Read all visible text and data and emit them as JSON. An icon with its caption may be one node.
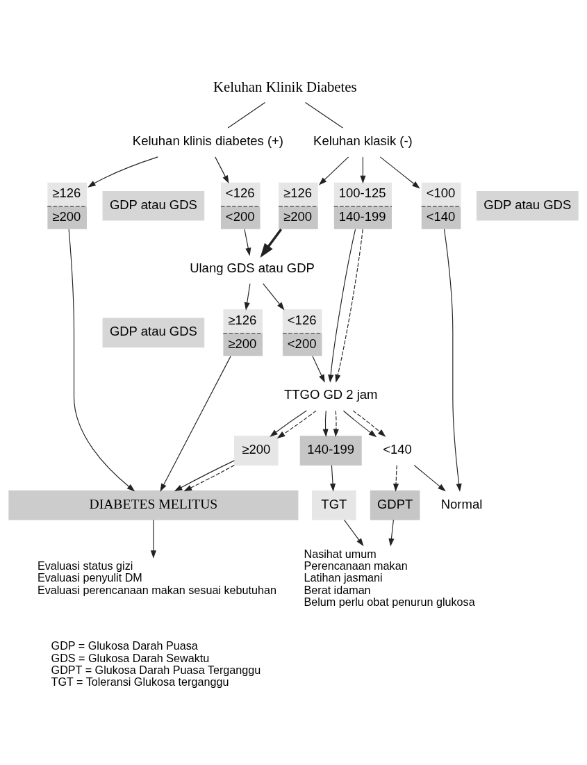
{
  "diagram": {
    "nodes": [
      {
        "text": [
          "Keluhan Klinik Diabetes"
        ]
      },
      {
        "text": [
          "Keluhan klinis diabetes (+)"
        ]
      },
      {
        "text": [
          "Keluhan klasik (-)"
        ]
      },
      {
        "text": [
          "GDP atau GDS"
        ]
      },
      {
        "text": [
          "≥126",
          "≥200"
        ]
      },
      {
        "text": [
          "<126",
          "<200"
        ]
      },
      {
        "text": [
          "GDP atau GDS"
        ]
      },
      {
        "text": [
          "≥126",
          "≥200"
        ]
      },
      {
        "text": [
          "100-125",
          "140-199"
        ]
      },
      {
        "text": [
          "<100",
          "<140"
        ]
      },
      {
        "text": [
          "Ulang GDS atau GDP"
        ]
      },
      {
        "text": [
          "GDP atau GDS"
        ]
      },
      {
        "text": [
          "≥126",
          "≥200"
        ]
      },
      {
        "text": [
          "<126",
          "<200"
        ]
      },
      {
        "text": [
          "TTGO GD 2 jam"
        ]
      },
      {
        "text": [
          "≥200"
        ]
      },
      {
        "text": [
          "140-199"
        ]
      },
      {
        "text": [
          "<140"
        ]
      },
      {
        "text": [
          "DIABETES MELITUS"
        ]
      },
      {
        "text": [
          "TGT"
        ]
      },
      {
        "text": [
          "GDPT"
        ]
      },
      {
        "text": [
          "Normal"
        ]
      },
      {
        "text": [
          "Evaluasi status gizi",
          "Evaluasi penyulit DM",
          "Evaluasi perencanaan makan sesuai kebutuhan"
        ]
      },
      {
        "text": [
          "Nasihat umum",
          "Perencanaan makan",
          "Latihan jasmani",
          "Berat idaman",
          "Belum perlu obat penurun glukosa"
        ]
      }
    ],
    "edges": [
      {
        "from": 0,
        "to": 1,
        "arrow": "none"
      },
      {
        "from": 0,
        "to": 2,
        "arrow": "none"
      },
      {
        "from": 1,
        "to": 4,
        "arrow": "to"
      },
      {
        "from": 1,
        "to": 5,
        "arrow": "to"
      },
      {
        "from": 2,
        "to": 7,
        "arrow": "to"
      },
      {
        "from": 2,
        "to": 8,
        "arrow": "to"
      },
      {
        "from": 2,
        "to": 9,
        "arrow": "to"
      },
      {
        "from": 4,
        "to": 18,
        "arrow": "to"
      },
      {
        "from": 5,
        "to": 10,
        "arrow": "to"
      },
      {
        "from": 7,
        "to": 10,
        "arrow": "to",
        "style": "thick"
      },
      {
        "from": 8,
        "to": 14,
        "arrow": "to"
      },
      {
        "from": 8,
        "to": 14,
        "arrow": "to",
        "style": "dashed"
      },
      {
        "from": 9,
        "to": 21,
        "arrow": "to"
      },
      {
        "from": 10,
        "to": 12,
        "arrow": "to"
      },
      {
        "from": 10,
        "to": 13,
        "arrow": "to"
      },
      {
        "from": 12,
        "to": 18,
        "arrow": "to"
      },
      {
        "from": 13,
        "to": 14,
        "arrow": "to"
      },
      {
        "from": 14,
        "to": 15,
        "arrow": "to"
      },
      {
        "from": 14,
        "to": 16,
        "arrow": "to"
      },
      {
        "from": 14,
        "to": 17,
        "arrow": "to"
      },
      {
        "from": 14,
        "to": 15,
        "arrow": "to",
        "style": "dashed"
      },
      {
        "from": 14,
        "to": 16,
        "arrow": "to",
        "style": "dashed"
      },
      {
        "from": 14,
        "to": 17,
        "arrow": "to",
        "style": "dashed"
      },
      {
        "from": 15,
        "to": 18,
        "arrow": "to"
      },
      {
        "from": 15,
        "to": 18,
        "arrow": "to",
        "style": "dashed"
      },
      {
        "from": 16,
        "to": 19,
        "arrow": "to"
      },
      {
        "from": 17,
        "to": 20,
        "arrow": "to",
        "style": "dashed"
      },
      {
        "from": 17,
        "to": 21,
        "arrow": "to"
      },
      {
        "from": 18,
        "to": 22,
        "arrow": "to"
      },
      {
        "from": 19,
        "to": 23,
        "arrow": "to"
      },
      {
        "from": 20,
        "to": 23,
        "arrow": "to"
      }
    ],
    "labels": [
      "GDP = Glukosa Darah Puasa",
      "GDS = Glukosa Darah Sewaktu",
      "GDPT = Glukosa Darah Puasa Terganggu",
      "TGT = Toleransi Glukosa terganggu"
    ]
  }
}
